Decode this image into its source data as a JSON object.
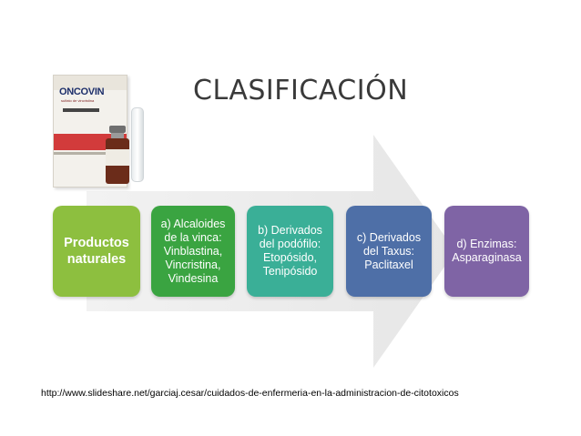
{
  "title": "CLASIFICACIÓN",
  "image_text": {
    "brand": "ONCOVIN",
    "subtitle": "sulfato de vincristina"
  },
  "nodes": [
    {
      "label": "Productos\nnaturales",
      "color": "#8dbf3f"
    },
    {
      "label": "a) Alcaloides\nde la vinca:\nVinblastina,\nVincristina,\nVindesina",
      "color": "#3aa441"
    },
    {
      "label": "b) Derivados\ndel podófilo:\nEtopósido,\nTenipósido",
      "color": "#3aaf97"
    },
    {
      "label": "c) Derivados\ndel Taxus:\nPaclitaxel",
      "color": "#4e6fa7"
    },
    {
      "label": "d) Enzimas:\nAsparaginasa",
      "color": "#7f64a5"
    }
  ],
  "source_url": "http://www.slideshare.net/garciaj.cesar/cuidados-de-enfermeria-en-la-administracion-de-citotoxicos"
}
